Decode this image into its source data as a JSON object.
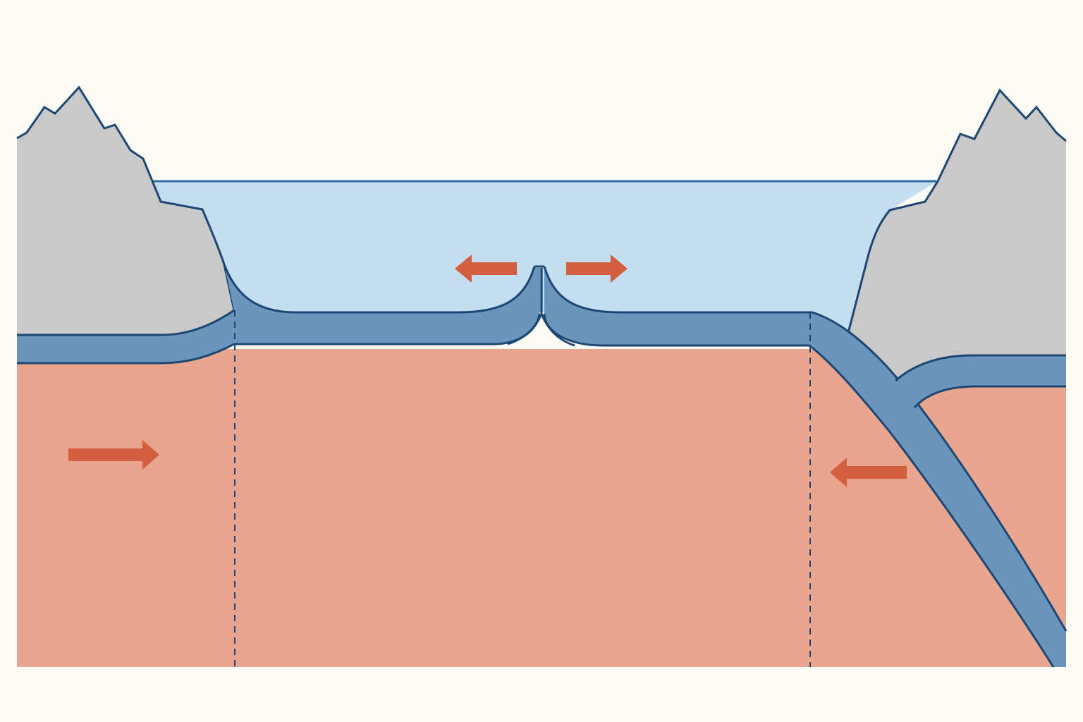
{
  "diagram": {
    "type": "plate-tectonics-cross-section",
    "elements": [
      "continent-left",
      "ocean",
      "mid-ocean-ridge",
      "oceanic-plate",
      "asthenosphere",
      "subduction-slab",
      "continent-right",
      "plate-boundary-left",
      "plate-boundary-right"
    ],
    "arrows": [
      {
        "name": "ridge-spread-left",
        "direction": "left"
      },
      {
        "name": "ridge-spread-right",
        "direction": "right"
      },
      {
        "name": "mantle-flow-left",
        "direction": "right"
      },
      {
        "name": "mantle-flow-right",
        "direction": "left"
      }
    ]
  },
  "colors": {
    "background": "#fcfbf5",
    "mantle": "#e8a68e",
    "plate_fill": "#6a96bd",
    "outline": "#1d4673",
    "ocean": "#c3ddf1",
    "ocean_surface": "#2e6aa3",
    "rock": "#c9c9c9",
    "arrow": "#d35f40",
    "boundary_line": "#1d4673"
  }
}
